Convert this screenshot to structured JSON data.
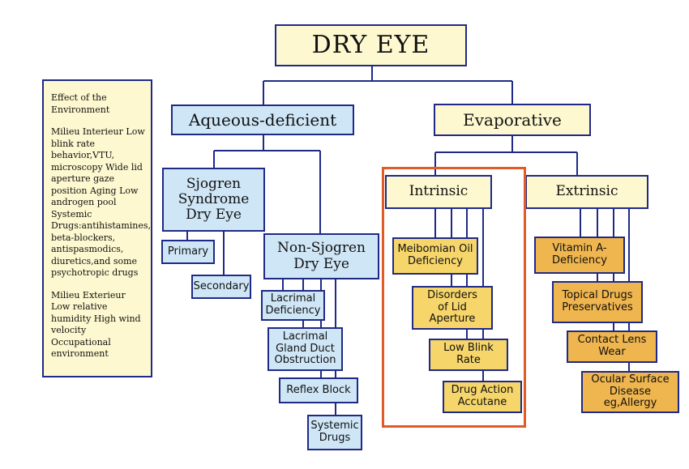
{
  "diagram": {
    "title": "DRY EYE",
    "aqueous_deficient": "Aqueous-deficient",
    "evaporative": "Evaporative",
    "sjogren": "Sjogren\nSyndrome\nDry Eye",
    "primary": "Primary",
    "secondary": "Secondary",
    "non_sjogren": "Non-Sjogren\nDry Eye",
    "lacrimal_deficiency": "Lacrimal\nDeficiency",
    "lacrimal_gland_duct_obstruction": "Lacrimal\nGland Duct\nObstruction",
    "reflex_block": "Reflex Block",
    "systemic_drugs": "Systemic\nDrugs",
    "intrinsic": "Intrinsic",
    "extrinsic": "Extrinsic",
    "meibomian_oil_deficiency": "Meibomian Oil\nDeficiency",
    "disorders_of_lid_aperture": "Disorders\nof Lid\nAperture",
    "low_blink_rate": "Low Blink\nRate",
    "drug_action_accutane": "Drug Action\nAccutane",
    "vitamin_a_deficiency": "Vitamin A-\nDeficiency",
    "topical_drugs_preservatives": "Topical Drugs\nPreservatives",
    "contact_lens_wear": "Contact Lens\nWear",
    "ocular_surface_disease": "Ocular Surface\nDisease\neg,Allergy"
  },
  "environment": {
    "heading": "Effect of the Environment",
    "milieu_interieur": "Milieu Interieur Low blink rate behavior,VTU, microscopy Wide lid aperture gaze position Aging Low androgen pool Systemic Drugs:antihistamines, beta-blockers, antispasmodics, diuretics,and some psychotropic drugs",
    "milieu_exterieur": "Milieu Exterieur Low relative humidity High wind velocity Occupational environment"
  },
  "colors": {
    "border": "#1f2a86",
    "cream": "#fdf8cf",
    "light_blue": "#cfe6f6",
    "yellow": "#f6d56a",
    "orange": "#efb54e",
    "highlight_frame": "#e25a26"
  }
}
